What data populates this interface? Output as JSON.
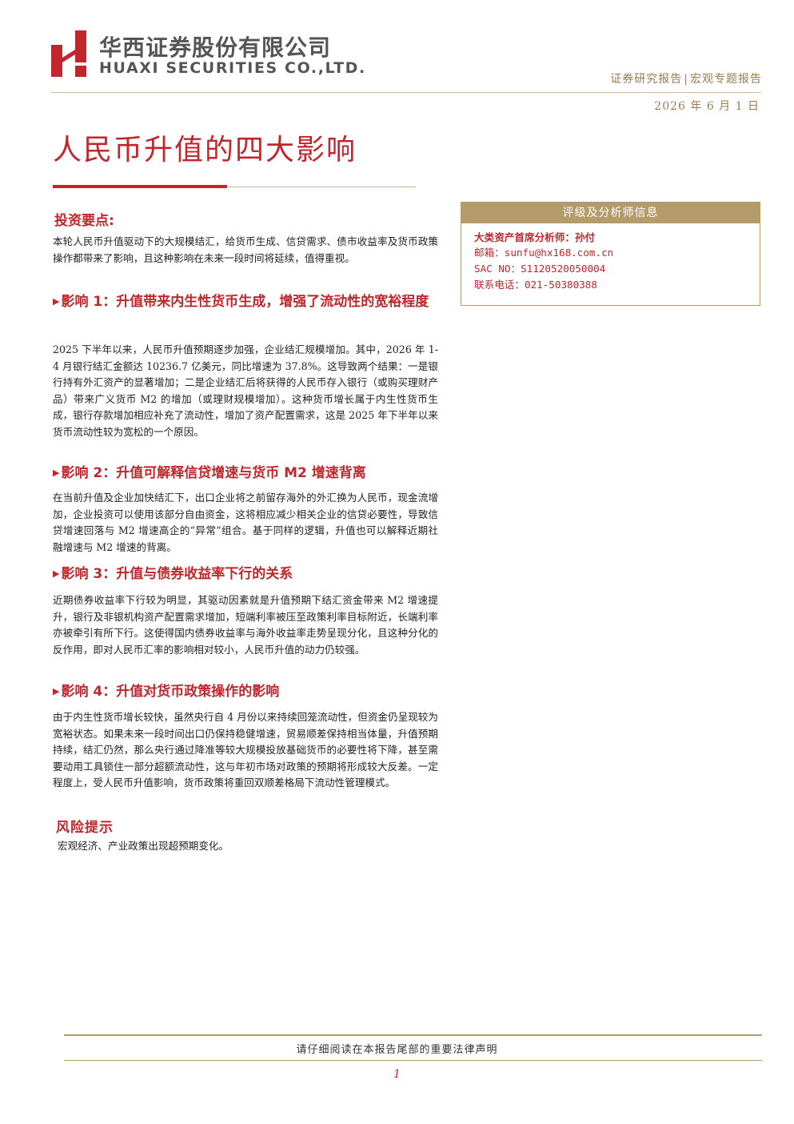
{
  "header": {
    "company_cn": "华西证券股份有限公司",
    "company_en": "HUAXI SECURITIES CO.,LTD.",
    "report_type": "证券研究报告",
    "report_subtype": "宏观专题报告",
    "date": "2026 年 6 月 1 日"
  },
  "title": "人民币升值的四大影响",
  "summary": {
    "heading": "投资要点:",
    "intro": "本轮人民币升值驱动下的大规模结汇，给货币生成、信贷需求、债市收益率及货币政策操作都带来了影响，且这种影响在未来一段时间将延续，值得重视。"
  },
  "sections": [
    {
      "heading": "影响 1：升值带来内生性货币生成，增强了流动性的宽裕程度",
      "body": "2025 下半年以来，人民币升值预期逐步加强，企业结汇规模增加。其中，2026 年 1-4 月银行结汇金额达 10236.7 亿美元，同比增速为 37.8%。这导致两个结果：一是银行持有外汇资产的显著增加；二是企业结汇后将获得的人民币存入银行（或购买理财产品）带来广义货币 M2 的增加（或理财规模增加）。这种货币增长属于内生性货币生成，银行存款增加相应补充了流动性，增加了资产配置需求，这是 2025 年下半年以来货币流动性较为宽松的一个原因。"
    },
    {
      "heading": "影响 2：升值可解释信贷增速与货币 M2 增速背离",
      "body": "在当前升值及企业加快结汇下，出口企业将之前留存海外的外汇换为人民币，现金流增加，企业投资可以使用该部分自由资金，这将相应减少相关企业的信贷必要性，导致信贷增速回落与 M2 增速高企的“异常”组合。基于同样的逻辑，升值也可以解释近期社融增速与 M2 增速的背离。"
    },
    {
      "heading": "影响 3：升值与债券收益率下行的关系",
      "body": "近期债券收益率下行较为明显，其驱动因素就是升值预期下结汇资金带来 M2 增速提升，银行及非银机构资产配置需求增加，短端利率被压至政策利率目标附近，长端利率亦被牵引有所下行。这使得国内债券收益率与海外收益率走势呈现分化，且这种分化的反作用，即对人民币汇率的影响相对较小，人民币升值的动力仍较强。"
    },
    {
      "heading": "影响 4：升值对货币政策操作的影响",
      "body": "由于内生性货币增长较快，虽然央行自 4 月份以来持续回笼流动性，但资金仍呈现较为宽裕状态。如果未来一段时间出口仍保持稳健增速，贸易顺差保持相当体量，升值预期持续，结汇仍然，那么央行通过降准等较大规模投放基础货币的必要性将下降，甚至需要动用工具锁住一部分超额流动性，这与年初市场对政策的预期将形成较大反差。一定程度上，受人民币升值影响，货币政策将重回双顺差格局下流动性管理模式。"
    }
  ],
  "risk": {
    "heading": "风险提示",
    "text": "宏观经济、产业政策出现超预期变化。"
  },
  "analyst_box": {
    "heading": "评级及分析师信息",
    "analyst_label": "大类资产首席分析师：",
    "analyst_name": "孙付",
    "email_label": "邮箱：",
    "email": "sunfu@hx168.com.cn",
    "sac_label": "SAC NO：",
    "sac": "S1120520050004",
    "phone_label": "联系电话：",
    "phone": "021-50380388"
  },
  "footer": {
    "notice": "请仔细阅读在本报告尾部的重要法律声明",
    "page": "1"
  },
  "colors": {
    "brand_red": "#c0262b",
    "gold": "#b59a6a"
  }
}
